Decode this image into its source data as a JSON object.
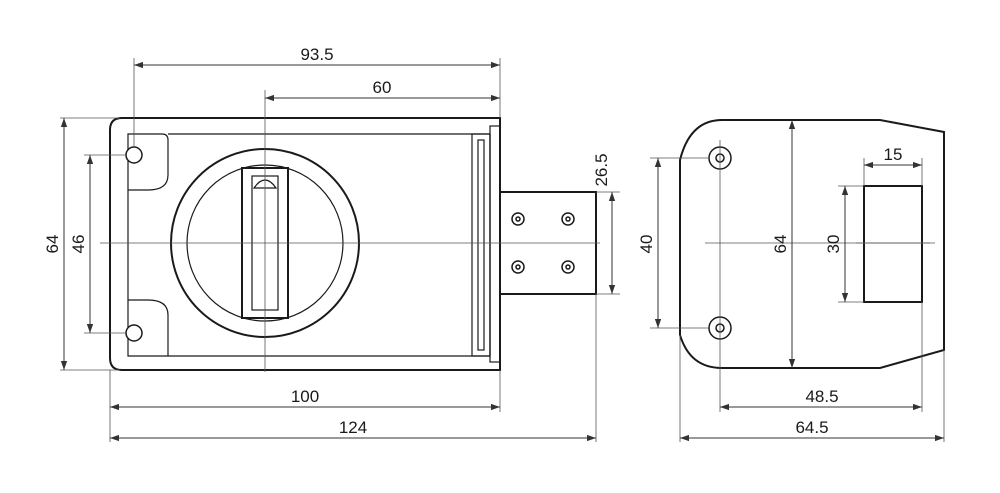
{
  "dimensions": {
    "front_lock_width_top": "93.5",
    "front_knob_offset": "60",
    "front_height_outer": "64",
    "front_hole_spacing": "46",
    "bolt_height": "26.5",
    "front_body_width": "100",
    "front_total_width": "124",
    "side_hole_spacing": "40",
    "side_height": "64",
    "side_slot_width": "15",
    "side_slot_height": "30",
    "side_slot_offset": "48.5",
    "side_total_width": "64.5"
  },
  "colors": {
    "stroke": "#1a1a1a",
    "background": "#ffffff"
  }
}
